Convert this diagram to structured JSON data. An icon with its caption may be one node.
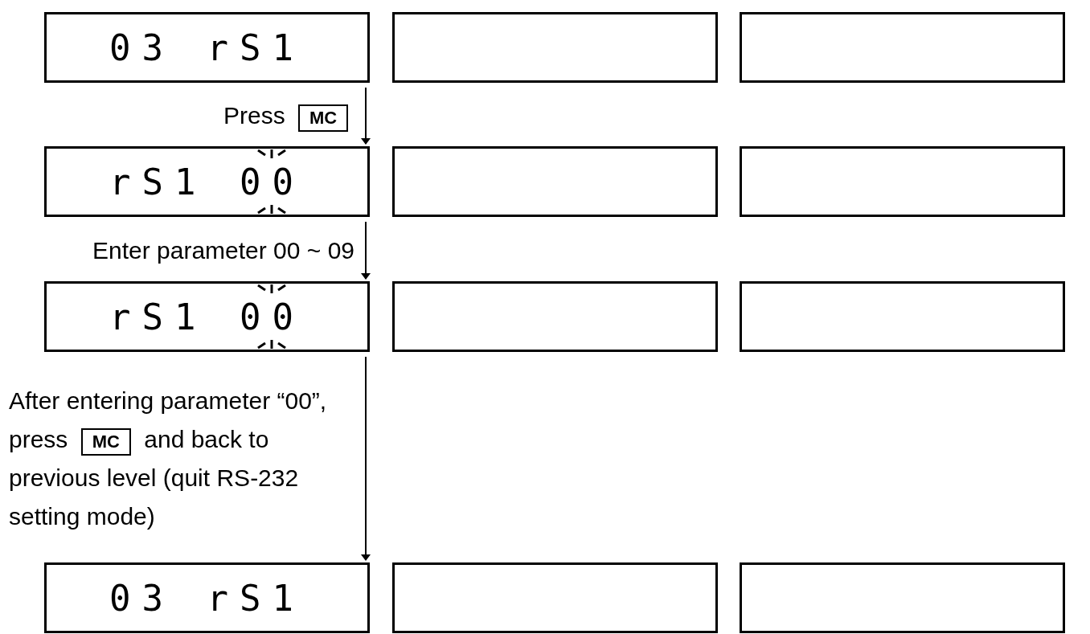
{
  "diagram": {
    "nodes": [
      {
        "text": [
          "03 rS1"
        ]
      },
      {
        "text": [],
        "shape": "box"
      },
      {
        "text": [],
        "shape": "box"
      },
      {
        "text": [
          "rS1 00"
        ]
      },
      {
        "text": [],
        "shape": "box"
      },
      {
        "text": [],
        "shape": "box"
      },
      {
        "text": [
          "rS1 00"
        ]
      },
      {
        "text": [],
        "shape": "box"
      },
      {
        "text": [],
        "shape": "box"
      },
      {
        "text": [
          "03 rS1"
        ]
      },
      {
        "text": [],
        "shape": "box"
      },
      {
        "text": [],
        "shape": "box"
      }
    ],
    "edges": [
      {
        "from": 0,
        "to": 3,
        "arrow": "to",
        "label": "Press **MC**"
      },
      {
        "from": 3,
        "to": 6,
        "arrow": "to",
        "label": "Enter parameter 00 ~ 09"
      },
      {
        "from": 6,
        "to": 9,
        "arrow": "to",
        "label": "After entering parameter “00”, press **MC** and back to previous level (quit RS-232 setting mode)"
      }
    ]
  }
}
